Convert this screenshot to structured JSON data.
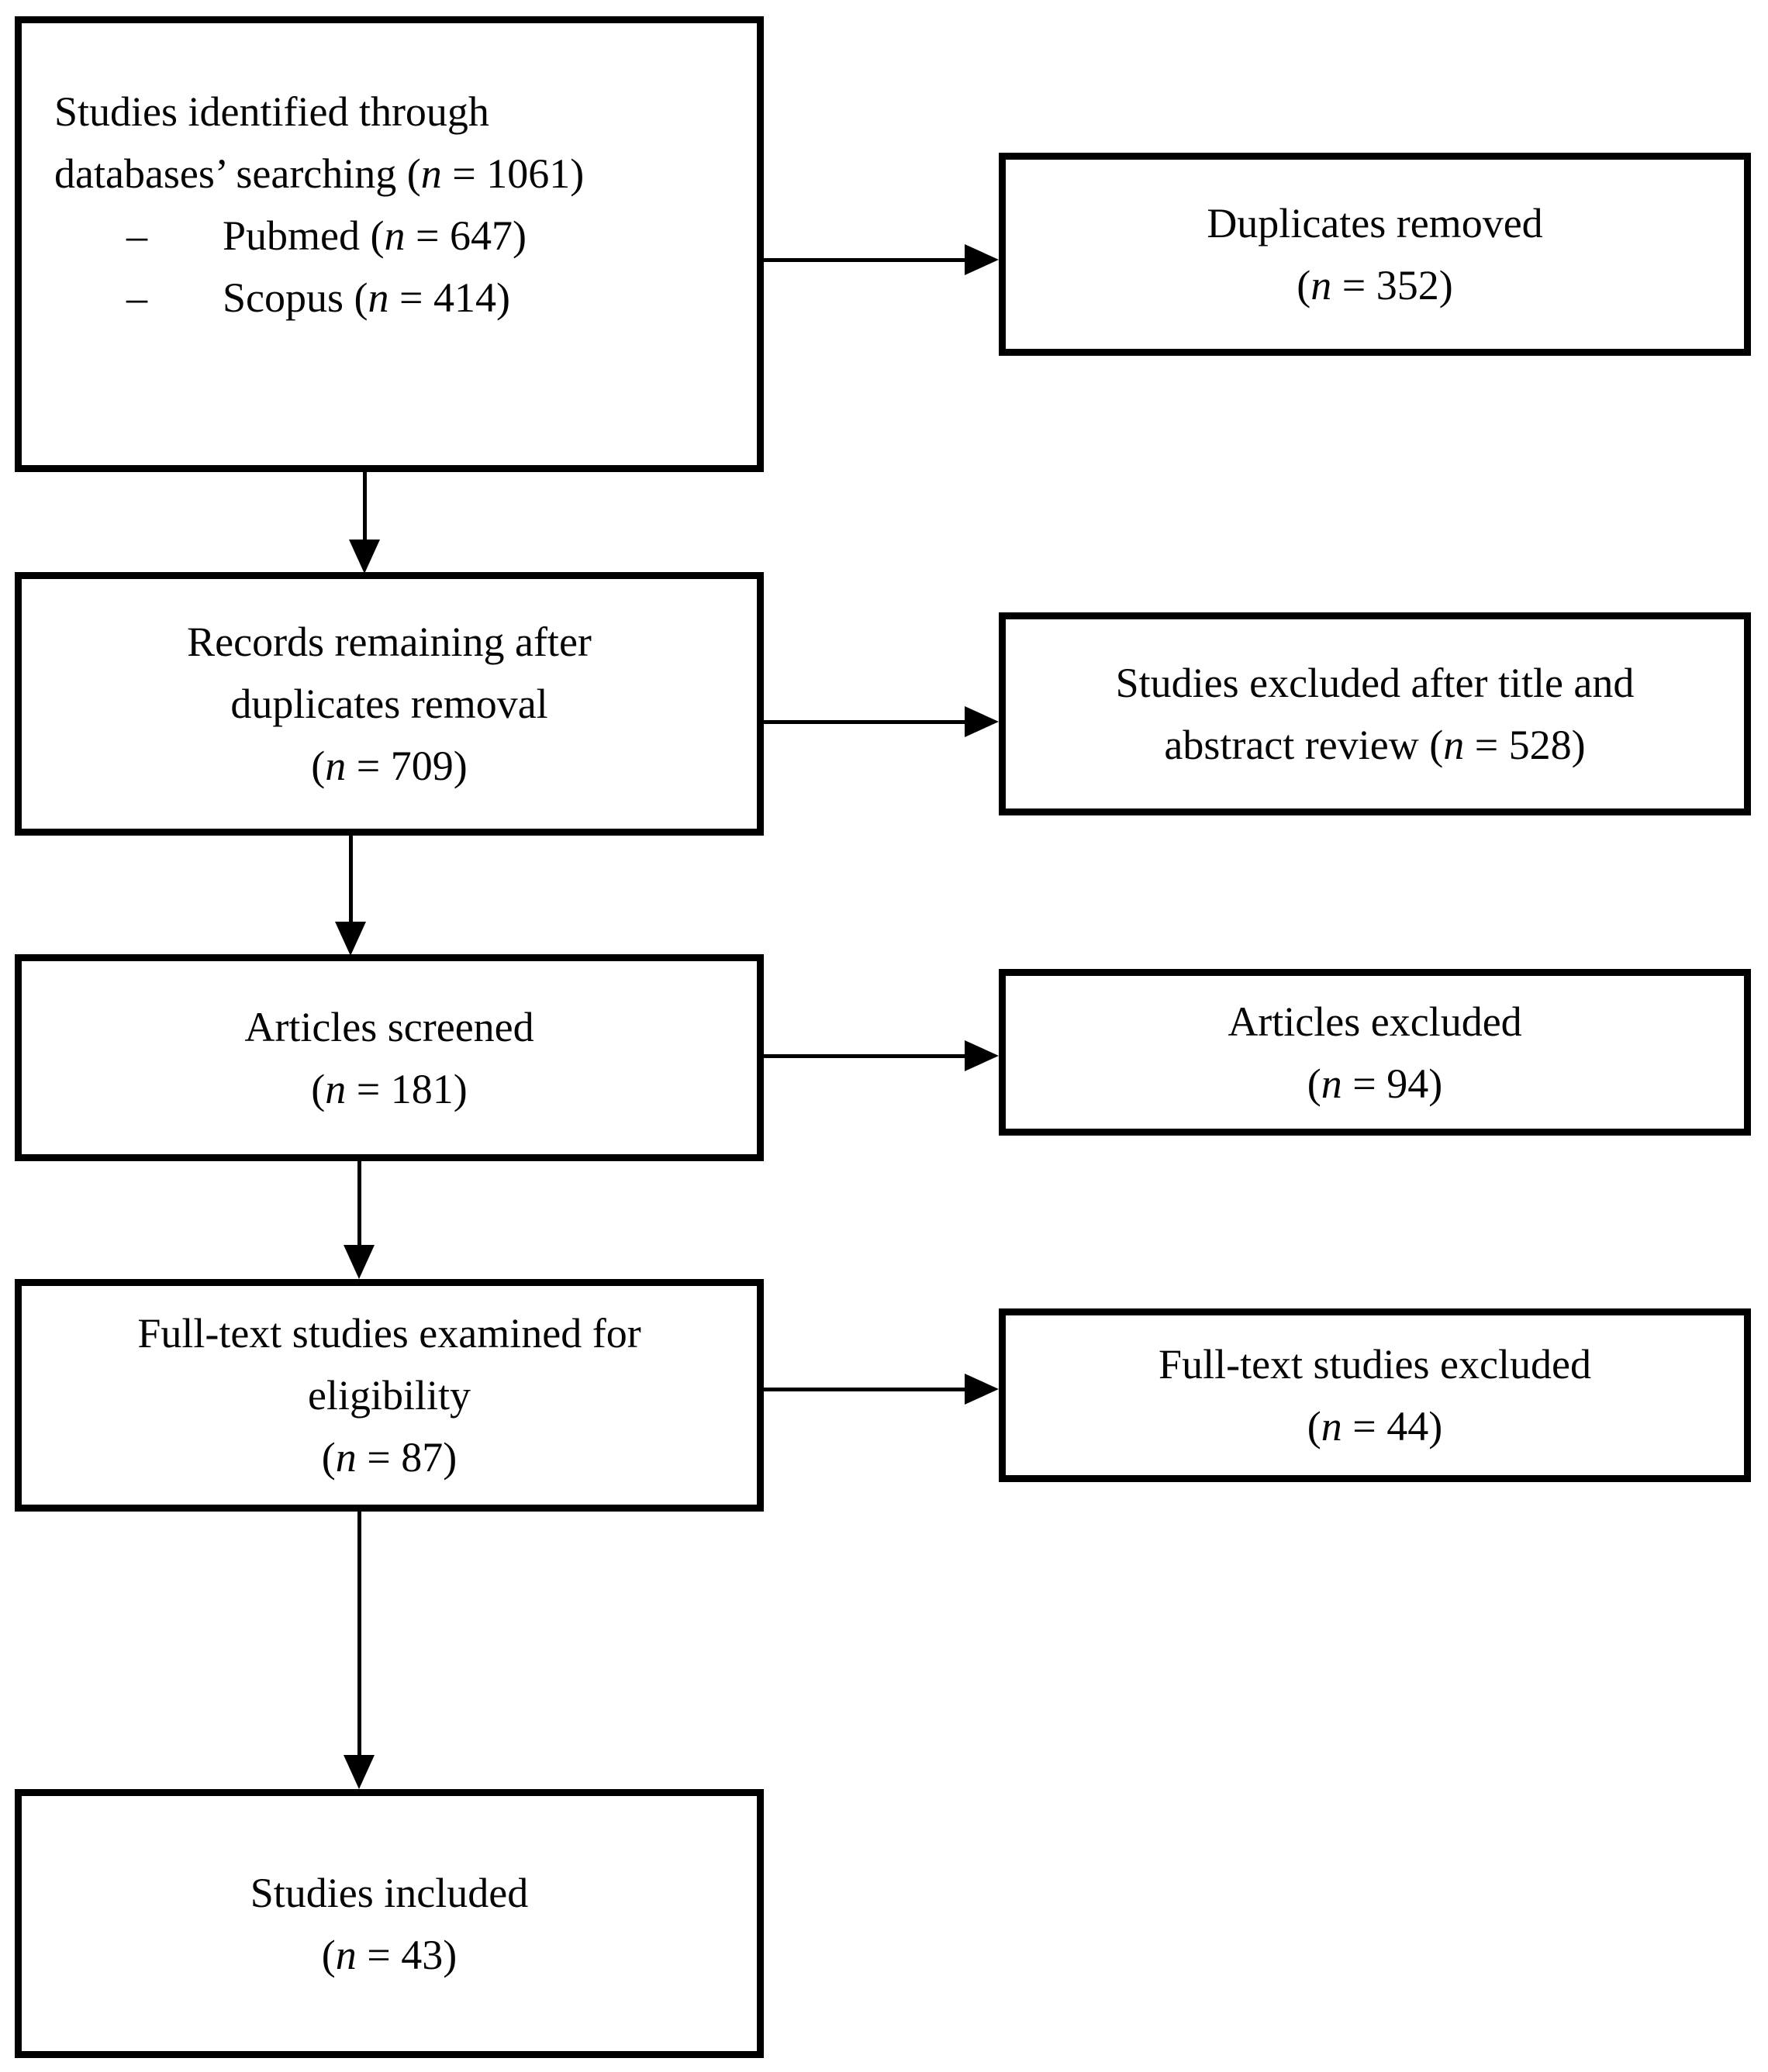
{
  "colors": {
    "border": "#000000",
    "text": "#050505",
    "background": "#ffffff"
  },
  "boxes": {
    "identification": {
      "line1": "Studies identified through",
      "line2": {
        "pre": "databases’ searching (",
        "var": "n",
        "post": " = 1061)"
      },
      "n": 1061,
      "sources": [
        {
          "dash": "–",
          "label": {
            "pre": "Pubmed (",
            "var": "n",
            "post": " = 647)"
          },
          "n": 647
        },
        {
          "dash": "–",
          "label": {
            "pre": "Scopus (",
            "var": "n",
            "post": " = 414)"
          },
          "n": 414
        }
      ]
    },
    "duplicates_removed": {
      "line1": "Duplicates removed",
      "count": {
        "pre": "(",
        "var": "n",
        "post": " = 352)"
      },
      "n": 352
    },
    "records_remaining": {
      "line1": "Records remaining after",
      "line2": "duplicates removal",
      "count": {
        "pre": "(",
        "var": "n",
        "post": " = 709)"
      },
      "n": 709
    },
    "excluded_title_abstract": {
      "line1": "Studies excluded after title and",
      "line2": {
        "pre": "abstract review (",
        "var": "n",
        "post": " = 528)"
      },
      "n": 528
    },
    "articles_screened": {
      "line1": "Articles screened",
      "count": {
        "pre": "(",
        "var": "n",
        "post": " = 181)"
      },
      "n": 181
    },
    "articles_excluded": {
      "line1": "Articles excluded",
      "count": {
        "pre": "(",
        "var": "n",
        "post": " = 94)"
      },
      "n": 94
    },
    "fulltext_examined": {
      "line1": "Full-text studies examined for",
      "line2": "eligibility",
      "count": {
        "pre": "(",
        "var": "n",
        "post": " = 87)"
      },
      "n": 87
    },
    "fulltext_excluded": {
      "line1": "Full-text studies excluded",
      "count": {
        "pre": "(",
        "var": "n",
        "post": " = 44)"
      },
      "n": 44
    },
    "studies_included": {
      "line1": "Studies included",
      "count": {
        "pre": "(",
        "var": "n",
        "post": " = 43)"
      },
      "n": 43
    }
  }
}
